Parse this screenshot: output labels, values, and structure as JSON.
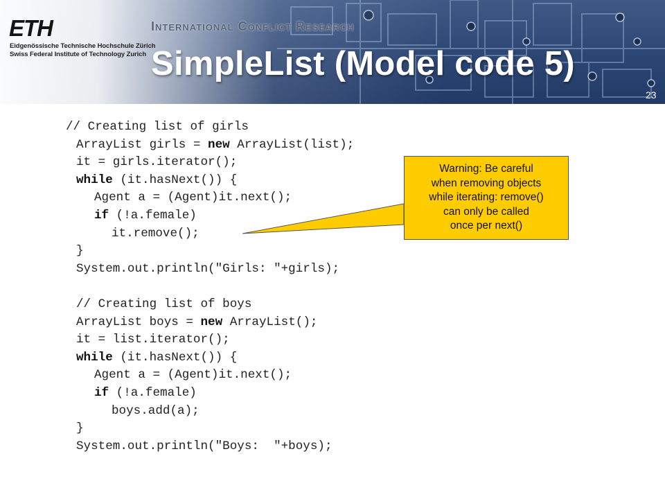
{
  "header": {
    "logo_text": "ETH",
    "logo_sub_1": "Eidgenössische Technische Hochschule Zürich",
    "logo_sub_2": "Swiss Federal Institute of Technology Zurich",
    "department": "International Conflict Research",
    "title": "SimpleList (Model code 5)",
    "page_number": "23"
  },
  "code_lines": [
    [
      {
        "t": "// Creating list of girls",
        "k": false
      }
    ],
    [
      {
        "t": "ArrayList girls = ",
        "k": false
      },
      {
        "t": "new",
        "k": true
      },
      {
        "t": " ArrayList(list);",
        "k": false
      }
    ],
    [
      {
        "t": "it = girls.iterator();",
        "k": false
      }
    ],
    [
      {
        "t": "while",
        "k": true
      },
      {
        "t": " (it.hasNext()) {",
        "k": false
      }
    ],
    [
      {
        "t": "Agent a = (Agent)it.next();",
        "k": false
      }
    ],
    [
      {
        "t": "if",
        "k": true
      },
      {
        "t": " (!a.female)",
        "k": false
      }
    ],
    [
      {
        "t": "it.remove();",
        "k": false
      }
    ],
    [
      {
        "t": "}",
        "k": false
      }
    ],
    [
      {
        "t": "System.out.println(\"Girls: \"+girls);",
        "k": false
      }
    ],
    [],
    [
      {
        "t": "// Creating list of boys",
        "k": false
      }
    ],
    [
      {
        "t": "ArrayList boys = ",
        "k": false
      },
      {
        "t": "new",
        "k": true
      },
      {
        "t": " ArrayList();",
        "k": false
      }
    ],
    [
      {
        "t": "it = list.iterator();",
        "k": false
      }
    ],
    [
      {
        "t": "while",
        "k": true
      },
      {
        "t": " (it.hasNext()) {",
        "k": false
      }
    ],
    [
      {
        "t": "Agent a = (Agent)it.next();",
        "k": false
      }
    ],
    [
      {
        "t": "if",
        "k": true
      },
      {
        "t": " (!a.female)",
        "k": false
      }
    ],
    [
      {
        "t": "boys.add(a);",
        "k": false
      }
    ],
    [
      {
        "t": "}",
        "k": false
      }
    ],
    [
      {
        "t": "System.out.println(\"Boys:  \"+boys);",
        "k": false
      }
    ]
  ],
  "callout": {
    "lines": [
      "Warning: Be careful",
      "when removing objects",
      "while iterating: remove()",
      "can only be called",
      "once per next()"
    ],
    "color": "#ffcc00"
  }
}
